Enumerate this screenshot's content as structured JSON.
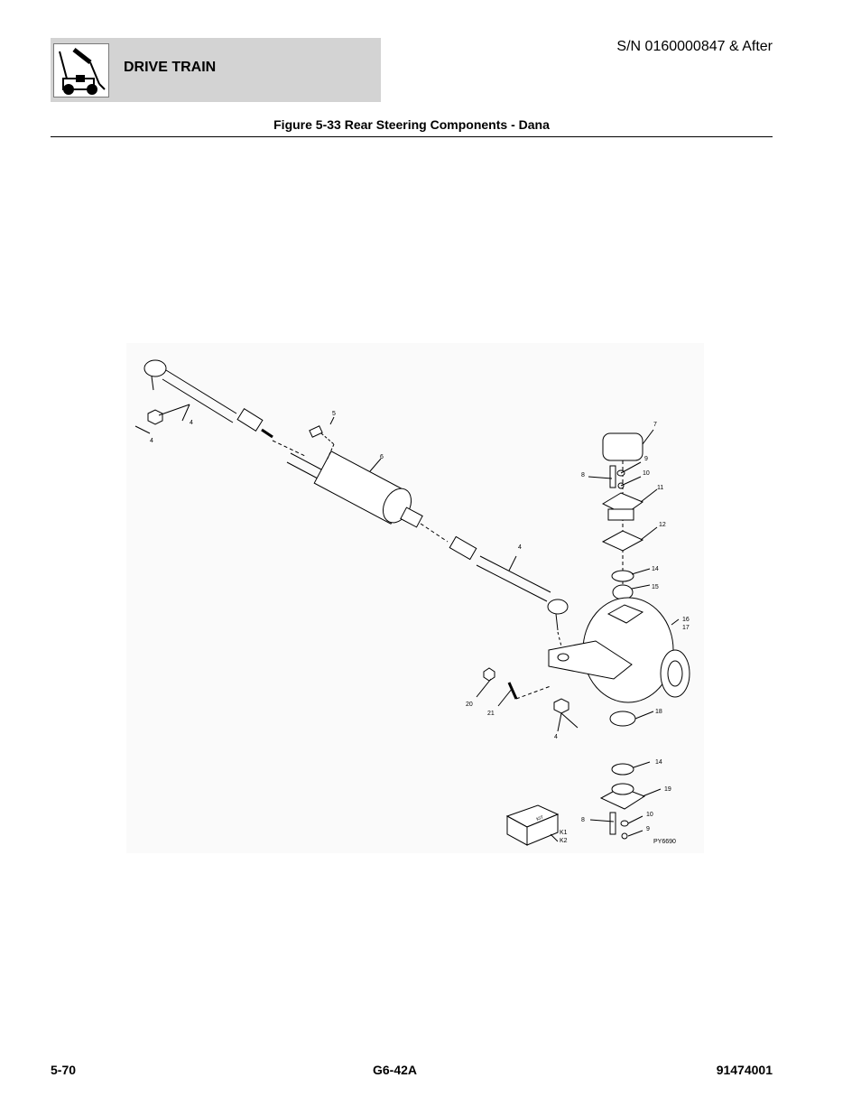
{
  "header": {
    "section_title": "DRIVE TRAIN",
    "serial": "S/N 0160000847 & After",
    "icon": "lift-truck-icon"
  },
  "figure": {
    "title": "Figure 5-33 Rear Steering Components - Dana",
    "callouts": {
      "c4a": "4",
      "c4b": "4",
      "c4c": "4",
      "c4d": "4",
      "c5": "5",
      "c6": "6",
      "c7": "7",
      "c8a": "8",
      "c8b": "8",
      "c9a": "9",
      "c9b": "9",
      "c10a": "10",
      "c10b": "10",
      "c11": "11",
      "c12": "12",
      "c14a": "14",
      "c14b": "14",
      "c15": "15",
      "c16": "16",
      "c17": "17",
      "c18": "18",
      "c19": "19",
      "c20": "20",
      "c21": "21",
      "ck1": "K1",
      "ck2": "K2"
    },
    "kit_label": "KIT",
    "drawing_id": "PY6690"
  },
  "footer": {
    "page": "5-70",
    "model": "G6-42A",
    "doc_number": "91474001"
  }
}
